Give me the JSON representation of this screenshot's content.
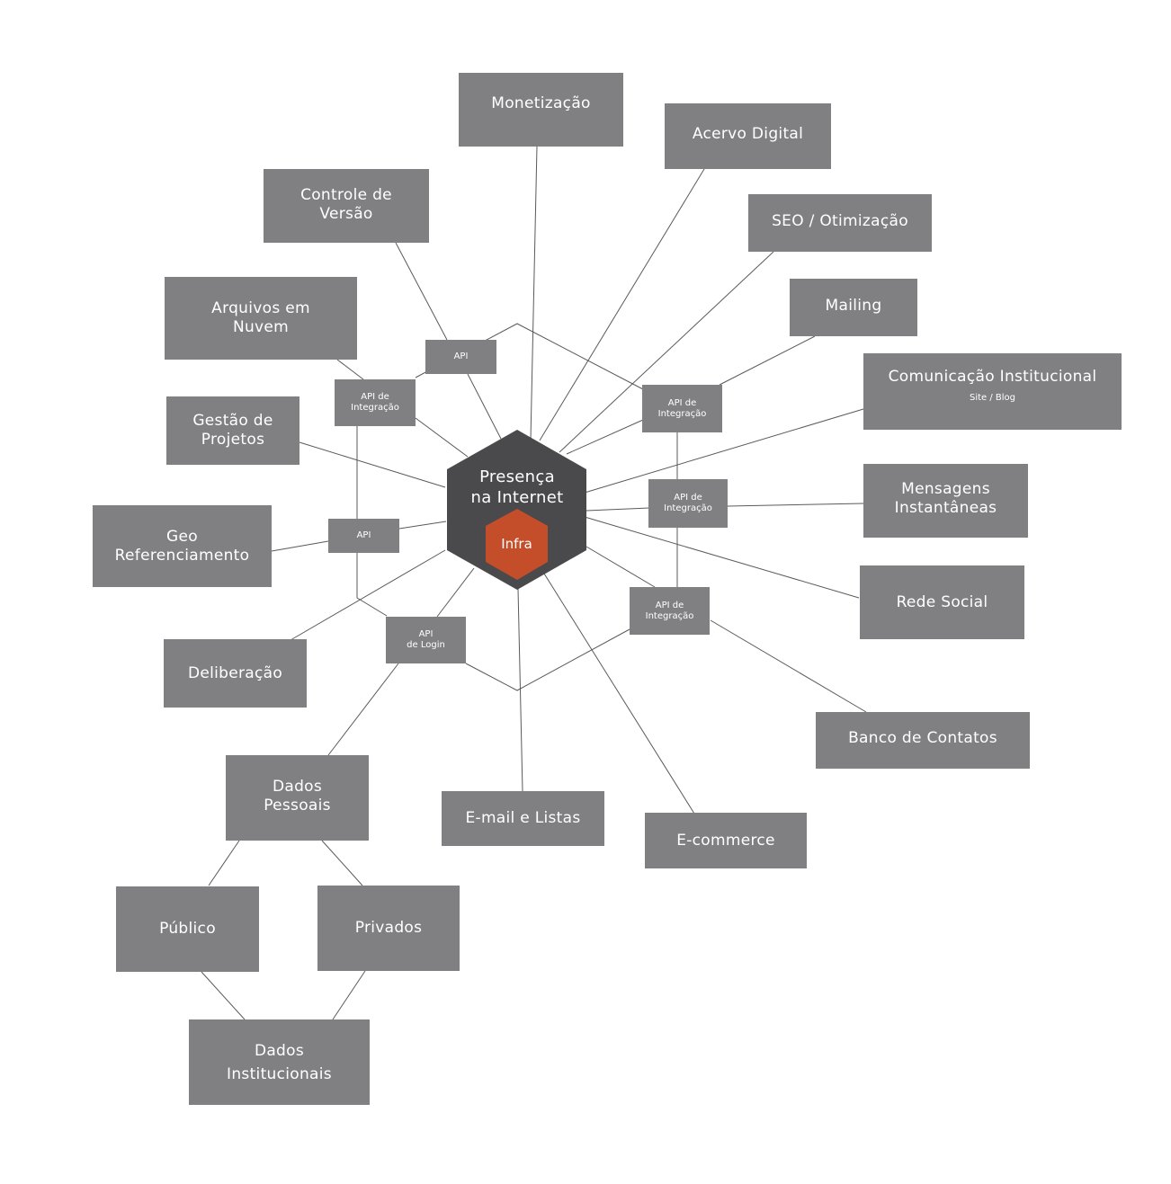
{
  "center": {
    "title": "Presença\nna Internet",
    "infra": "Infra",
    "colors": {
      "hexagon": "#4a4a4c",
      "infra": "#c44e2a",
      "box": "#808083",
      "line": "#5a5a5a"
    }
  },
  "modules": {
    "monetizacao": "Monetização",
    "acervo": "Acervo Digital",
    "controle": "Controle de\nVersão",
    "seo": "SEO / Otimização",
    "arquivos": "Arquivos em\nNuvem",
    "mailing": "Mailing",
    "comunicacao": "Comunicação Institucional",
    "comunicacao_sub": "Site / Blog",
    "gestao": "Gestão de\nProjetos",
    "mensagens": "Mensagens\nInstantâneas",
    "geo": "Geo\nReferenciamento",
    "rede": "Rede Social",
    "deliberacao": "Deliberação",
    "banco": "Banco de Contatos",
    "dados_pessoais": "Dados\nPessoais",
    "email": "E-mail e Listas",
    "ecommerce": "E-commerce",
    "publico": "Público",
    "privados": "Privados",
    "dados_institucionais": "Dados\nInstitucionais"
  },
  "apis": {
    "api_top": "API",
    "api_integracao_left": "API de\nIntegração",
    "api_integracao_right_top": "API de\nIntegração",
    "api_integracao_right_mid": "API de\nIntegração",
    "api_left": "API",
    "api_login": "API\nde Login",
    "api_integracao_right_bottom": "API de\nIntegração"
  }
}
